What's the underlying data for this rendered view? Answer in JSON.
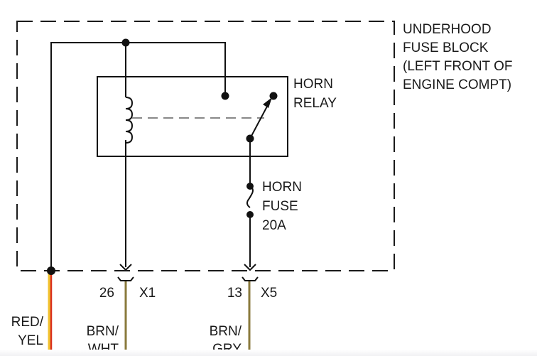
{
  "diagram": {
    "title": "Horn relay / underhood fuse block wiring",
    "fuse_block": {
      "label_lines": [
        "UNDERHOOD",
        "FUSE BLOCK",
        "(LEFT FRONT OF",
        "ENGINE COMPT)"
      ]
    },
    "relay": {
      "label_lines": [
        "HORN",
        "RELAY"
      ]
    },
    "fuse": {
      "label_lines": [
        "HORN",
        "FUSE",
        "20A"
      ]
    },
    "connectors": [
      {
        "pin": "26",
        "connector": "X1",
        "wire_lines": [
          "BRN/",
          "WHT"
        ],
        "wire_color": "#8a7a3c"
      },
      {
        "pin": "13",
        "connector": "X5",
        "wire_lines": [
          "BRN/",
          "GRY"
        ],
        "wire_color": "#8a7a3c"
      }
    ],
    "feed_wire": {
      "wire_lines": [
        "RED/",
        "YEL"
      ],
      "wire_color": "#d9301e",
      "stripe_color": "#f2c230"
    }
  }
}
